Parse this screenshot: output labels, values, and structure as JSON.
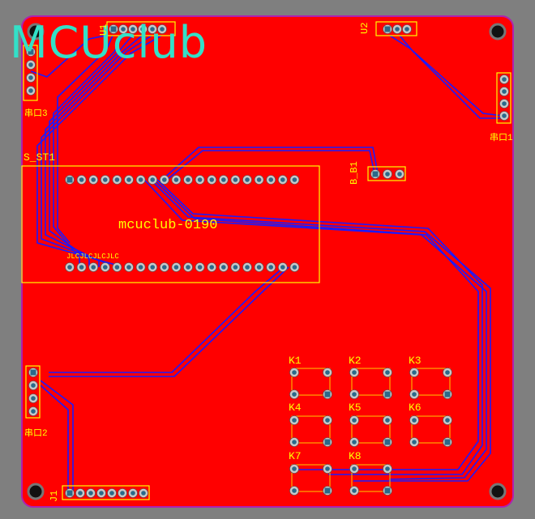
{
  "board": {
    "logo_text": "MCUclub",
    "board_id": "mcuclub-0190",
    "mcu_label": "S_ST1",
    "mcu_bottom_silk": "JLCJLCJLCJLC",
    "uart1_label": "串口1",
    "uart2_label": "串口2",
    "uart3_label": "串口3",
    "buzzer_label": "B_B1",
    "u2_label": "U2",
    "j1_label": "J1",
    "keys": [
      "K1",
      "K2",
      "K3",
      "K4",
      "K5",
      "K6",
      "K7",
      "K8"
    ]
  },
  "colors": {
    "pcb": "#ff0000",
    "background": "#7f7f7f",
    "silkscreen": "#ffff00",
    "trace": "#1a1aff",
    "pad": "#c8c8c8",
    "outline": "#b020b0",
    "logo": "#33e0c8"
  }
}
